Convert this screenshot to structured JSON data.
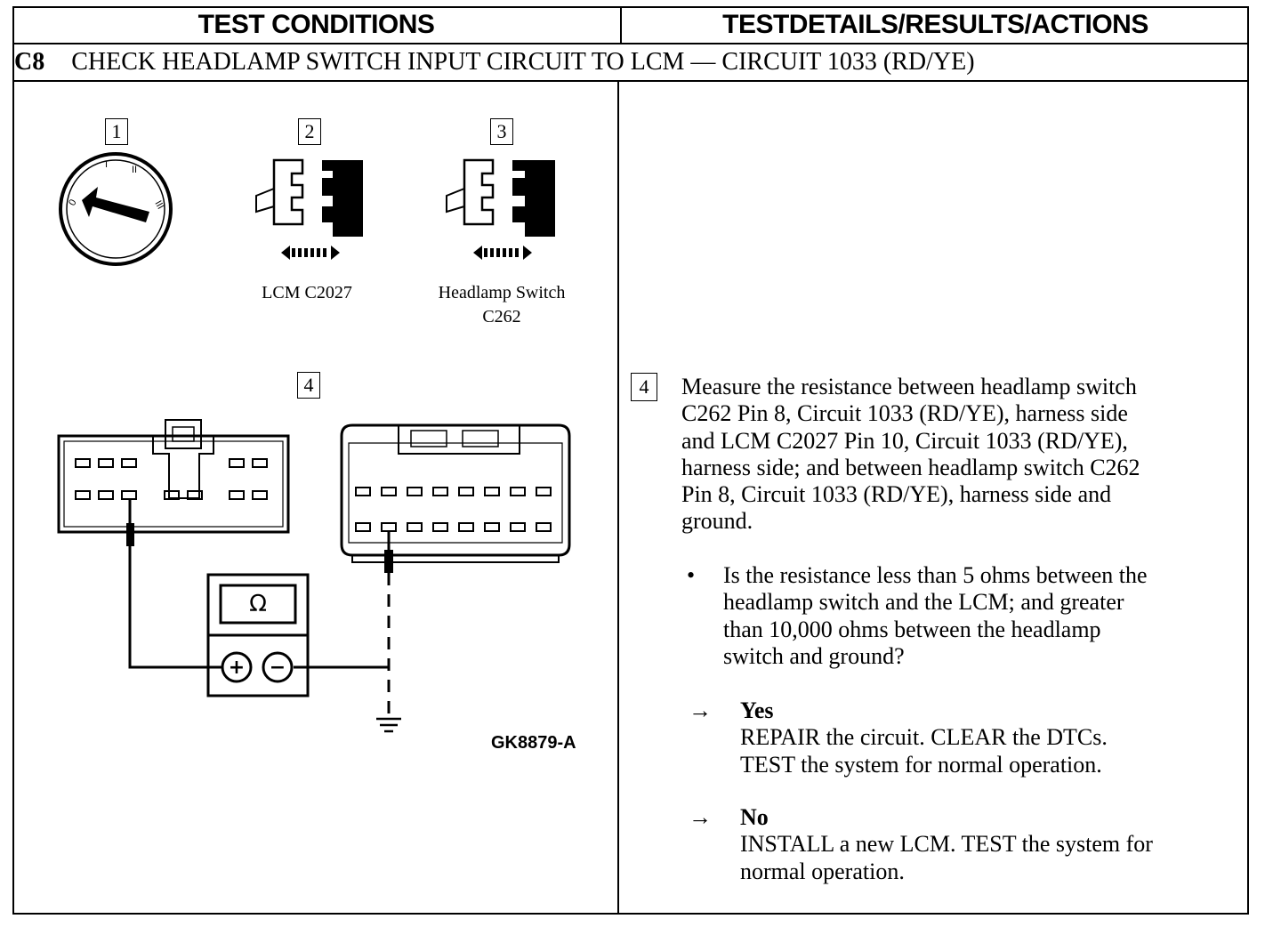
{
  "header": {
    "left": "TEST CONDITIONS",
    "right": "TESTDETAILS/RESULTS/ACTIONS"
  },
  "step": {
    "code": "C8",
    "title": "CHECK HEADLAMP SWITCH INPUT CIRCUIT TO LCM — CIRCUIT 1033 (RD/YE)"
  },
  "figure": {
    "box1": "1",
    "box2": "2",
    "box3": "3",
    "box4": "4",
    "connector2_label": "LCM C2027",
    "connector3_label_line1": "Headlamp Switch",
    "connector3_label_line2": "C262",
    "ohm_symbol": "Ω",
    "plus": "+",
    "minus": "−",
    "figure_id": "GK8879-A"
  },
  "details": {
    "step_num": "4",
    "instruction": [
      "Measure the resistance between headlamp switch",
      "C262 Pin 8, Circuit 1033 (RD/YE), harness side",
      "and LCM C2027 Pin 10, Circuit 1033 (RD/YE),",
      "harness side; and between headlamp switch C262",
      "Pin 8, Circuit 1033 (RD/YE), harness side and",
      "ground."
    ],
    "bullet": "•",
    "question": [
      "Is the resistance less than 5 ohms between the",
      "headlamp switch and the LCM; and greater",
      "than 10,000 ohms between the headlamp",
      "switch and ground?"
    ],
    "arrow": "→",
    "yes_label": "Yes",
    "yes_action": [
      "REPAIR the circuit. CLEAR the DTCs.",
      "TEST the system for normal operation."
    ],
    "no_label": "No",
    "no_action": [
      "INSTALL a new LCM. TEST the system for",
      "normal operation."
    ]
  }
}
